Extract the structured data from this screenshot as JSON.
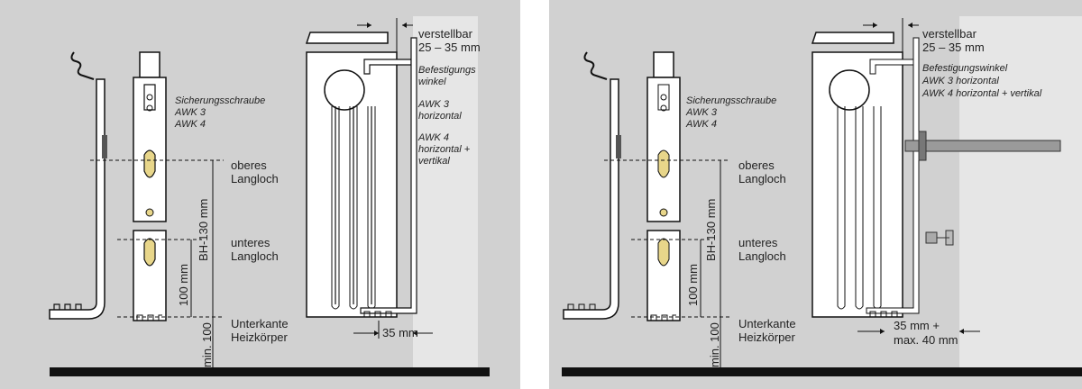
{
  "left": {
    "labels": {
      "sicherungsschraube": "Sicherungsschraube",
      "awk3": "AWK 3",
      "awk4": "AWK 4",
      "oberes": "oberes",
      "langloch1": "Langloch",
      "unteres": "unteres",
      "langloch2": "Langloch",
      "unterkante": "Unterkante",
      "heizkoerper": "Heizkörper",
      "bh130": "BH-130 mm",
      "mm100": "100 mm",
      "min100": "min. 100",
      "verstellbar": "verstellbar",
      "range": "25 – 35 mm",
      "befestigungs1": "Befestigungs",
      "befestigungs2": "winkel",
      "awk3h1": "AWK 3",
      "awk3h2": "horizontal",
      "awk4hv1": "AWK 4",
      "awk4hv2": "horizontal  +",
      "awk4hv3": "vertikal",
      "mm35": "35 mm"
    }
  },
  "right": {
    "labels": {
      "sicherungsschraube": "Sicherungsschraube",
      "awk3": "AWK 3",
      "awk4": "AWK 4",
      "oberes": "oberes",
      "langloch1": "Langloch",
      "unteres": "unteres",
      "langloch2": "Langloch",
      "unterkante": "Unterkante",
      "heizkoerper": "Heizkörper",
      "bh130": "BH-130 mm",
      "mm100": "100 mm",
      "min100": "min. 100",
      "verstellbar": "verstellbar",
      "range": "25 – 35 mm",
      "befestigungswinkel": "Befestigungswinkel",
      "awk3h": "AWK 3 horizontal",
      "awk4hv": "AWK 4 horizontal  + vertikal",
      "mm35plus": "35 mm +",
      "max40": "max. 40 mm"
    }
  },
  "colors": {
    "panel": "#d1d1d1",
    "wall": "#e6e6e6",
    "line": "#1a1a1a",
    "slot": "#e8d68a"
  }
}
